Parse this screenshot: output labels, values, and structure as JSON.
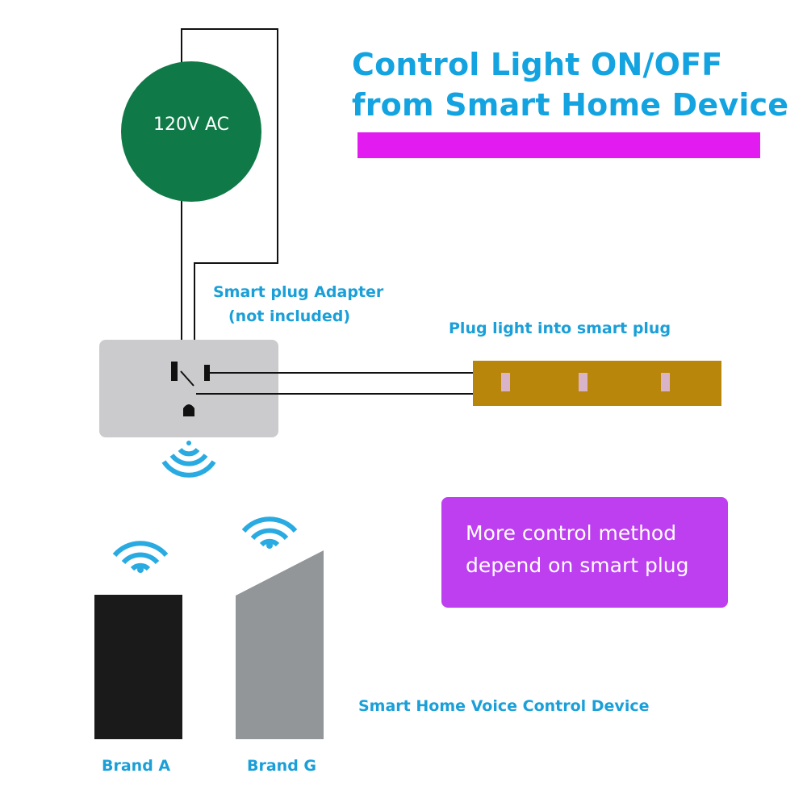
{
  "title": {
    "line1": "Control Light ON/OFF",
    "line2": "from Smart Home Device"
  },
  "power_source": {
    "label": "120V AC"
  },
  "smart_plug": {
    "label_line1": "Smart plug Adapter",
    "label_line2": "(not included)"
  },
  "light_strip": {
    "label": "Plug light into smart plug"
  },
  "note": {
    "line1": "More control method",
    "line2": "depend on smart plug"
  },
  "voice_devices": {
    "label": "Smart Home Voice Control Device",
    "brand_a": "Brand A",
    "brand_g": "Brand G"
  },
  "colors": {
    "title_text": "#12a3e0",
    "title_bar": "#e21cf0",
    "power_circle": "#0f7a47",
    "plug_body": "#cbcbcd",
    "light_strip": "#b8860b",
    "note_box": "#bd3ff0",
    "device_a": "#1a1a1a",
    "device_g": "#929699",
    "wifi": "#29abe2"
  },
  "icons": [
    "wifi-icon",
    "outlet-icon"
  ]
}
